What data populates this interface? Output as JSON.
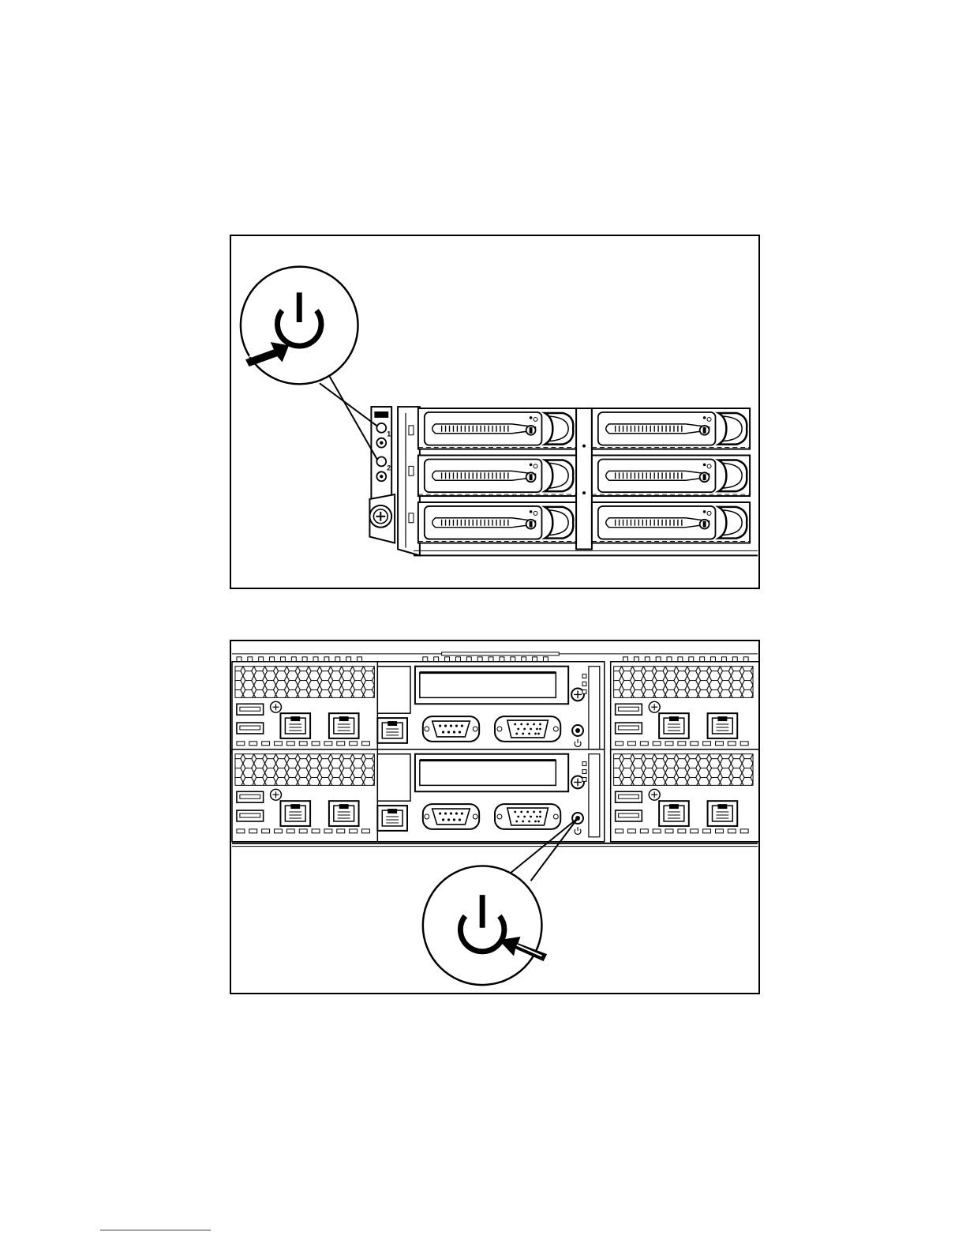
{
  "figures": [
    {
      "id": "front-panel",
      "power_icon": "power-icon",
      "arrow_icon": "press-arrow-icon",
      "panel_labels": [
        "1",
        "2"
      ]
    },
    {
      "id": "rear-panel",
      "power_icon": "power-icon",
      "arrow_icon": "press-arrow-icon"
    }
  ],
  "colors": {
    "line": "#000000",
    "background": "#ffffff",
    "footnote_rule": "#2a3f9a"
  }
}
